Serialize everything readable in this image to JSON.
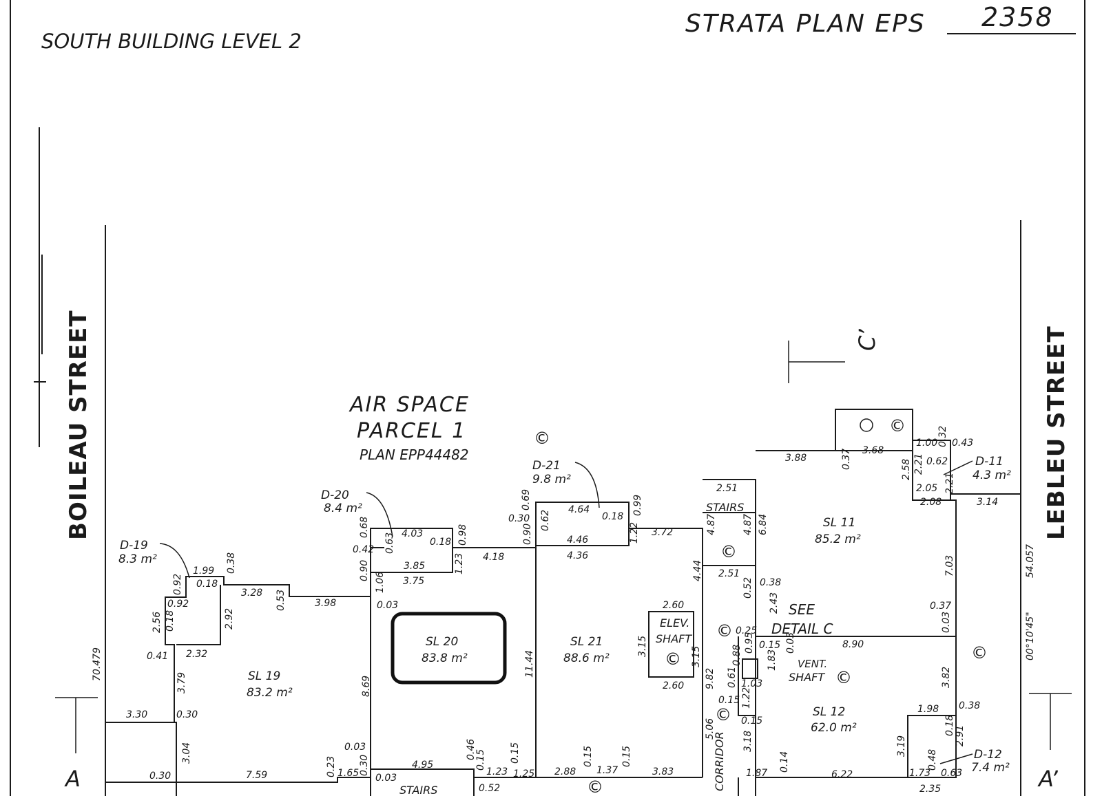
{
  "header": {
    "level_title": "SOUTH BUILDING LEVEL 2",
    "plan_label": "STRATA PLAN EPS",
    "plan_number": "2358"
  },
  "streets": {
    "west": "BOILEAU   STREET",
    "east": "LEBLEU   STREET"
  },
  "parcel": {
    "line1": "AIR  SPACE",
    "line2": "PARCEL  1",
    "line3": "PLAN  EPP44482"
  },
  "units": {
    "sl19": {
      "name": "SL  19",
      "area": "83.2 m²"
    },
    "sl20": {
      "name": "SL  20",
      "area": "83.8 m²"
    },
    "sl21": {
      "name": "SL  21",
      "area": "88.6 m²"
    },
    "sl11": {
      "name": "SL  11",
      "area": "85.2 m²"
    },
    "sl12": {
      "name": "SL  12",
      "area": "62.0 m²"
    }
  },
  "decks": {
    "d19": {
      "name": "D-19",
      "area": "8.3 m²"
    },
    "d20": {
      "name": "D-20",
      "area": "8.4 m²"
    },
    "d21": {
      "name": "D-21",
      "area": "9.8 m²"
    },
    "d11": {
      "name": "D-11",
      "area": "4.3 m²"
    },
    "d12": {
      "name": "D-12",
      "area": "7.4 m²"
    }
  },
  "labels": {
    "stairs": "STAIRS",
    "corridor": "CORRIDOR",
    "elev": "ELEV.",
    "shaft": "SHAFT",
    "vent": "VENT.",
    "see": "SEE",
    "detail_c": "DETAIL  C",
    "section_a": "A",
    "section_a_prime": "A’",
    "section_c_prime": "C’",
    "common": "©",
    "bearing": "00°10'45\"",
    "west_length": "70.479",
    "east_length": "54.057"
  },
  "dimensions": [
    "1.99",
    "0.38",
    "0.92",
    "0.18",
    "3.28",
    "0.53",
    "3.98",
    "0.92",
    "2.56",
    "0.18",
    "2.92",
    "0.41",
    "2.32",
    "3.79",
    "3.30",
    "0.30",
    "3.04",
    "0.30",
    "7.59",
    "0.23",
    "1.65",
    "0.30",
    "0.03",
    "0.68",
    "0.42",
    "0.90",
    "0.63",
    "4.03",
    "0.18",
    "0.98",
    "3.85",
    "1.23",
    "3.75",
    "1.06",
    "0.03",
    "4.18",
    "8.69",
    "0.03",
    "4.95",
    "0.46",
    "0.15",
    "1.23",
    "0.15",
    "1.25",
    "0.52",
    "0.69",
    "0.30",
    "0.90",
    "0.62",
    "4.64",
    "0.18",
    "0.99",
    "4.46",
    "1.22",
    "4.36",
    "3.72",
    "11.44",
    "2.88",
    "0.15",
    "1.37",
    "0.15",
    "3.83",
    "2.51",
    "4.87",
    "4.87",
    "6.84",
    "2.51",
    "4.44",
    "2.60",
    "3.15",
    "3.15",
    "2.60",
    "9.82",
    "5.06",
    "0.52",
    "0.25",
    "0.38",
    "2.43",
    "0.88",
    "0.95",
    "0.61",
    "1.03",
    "0.15",
    "1.22",
    "0.15",
    "0.15",
    "0.03",
    "1.83",
    "3.18",
    "1.87",
    "0.14",
    "6.22",
    "3.88",
    "0.37",
    "3.68",
    "1.00",
    "0.32",
    "0.43",
    "2.58",
    "2.21",
    "0.62",
    "2.21",
    "2.05",
    "2.08",
    "3.14",
    "7.03",
    "0.37",
    "0.03",
    "8.90",
    "3.82",
    "1.98",
    "0.38",
    "0.18",
    "3.19",
    "2.91",
    "1.73",
    "0.63",
    "2.35",
    "0.48"
  ]
}
